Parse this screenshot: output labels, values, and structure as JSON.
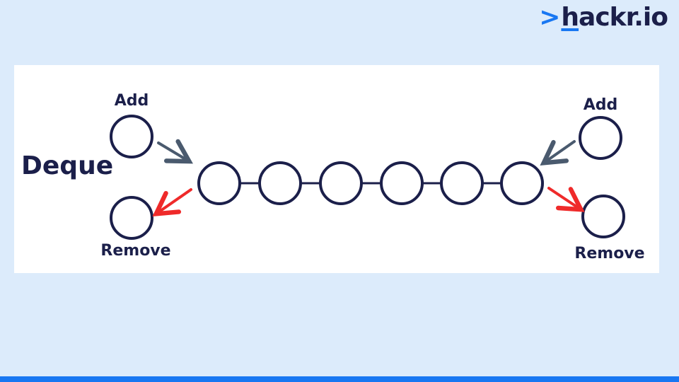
{
  "logo": {
    "prompt": ">",
    "first": "h",
    "rest": "ackr.io"
  },
  "diagram": {
    "title": "Deque",
    "add_left": "Add",
    "remove_left": "Remove",
    "add_right": "Add",
    "remove_right": "Remove",
    "node_count": 6
  },
  "colors": {
    "background": "#dcebfb",
    "panel": "#ffffff",
    "node_stroke": "#1b1f4a",
    "add_arrow": "#4a5a6e",
    "remove_arrow": "#ef2a2a",
    "brand_blue": "#1877f2"
  }
}
